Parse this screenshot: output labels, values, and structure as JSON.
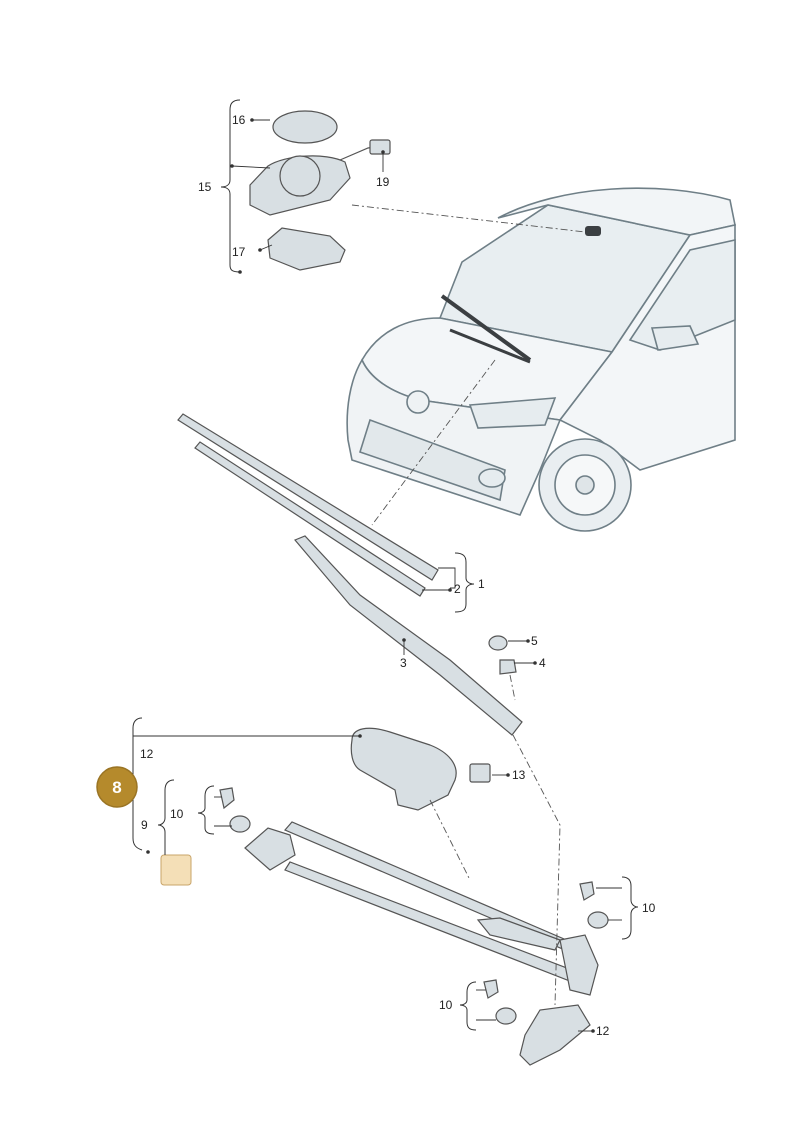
{
  "diagram": {
    "badge": {
      "label": "8",
      "color": "#b58a2c"
    },
    "part_fill": "#d8dfe3",
    "highlight_fill": "#f4dfb7",
    "callouts": {
      "c16": "16",
      "c15": "15",
      "c19": "19",
      "c17": "17",
      "c2": "2",
      "c1": "1",
      "c3": "3",
      "c5": "5",
      "c4": "4",
      "c12a": "12",
      "c13": "13",
      "c9": "9",
      "c10a": "10",
      "c10b": "10",
      "c10c": "10",
      "c12b": "12"
    }
  }
}
